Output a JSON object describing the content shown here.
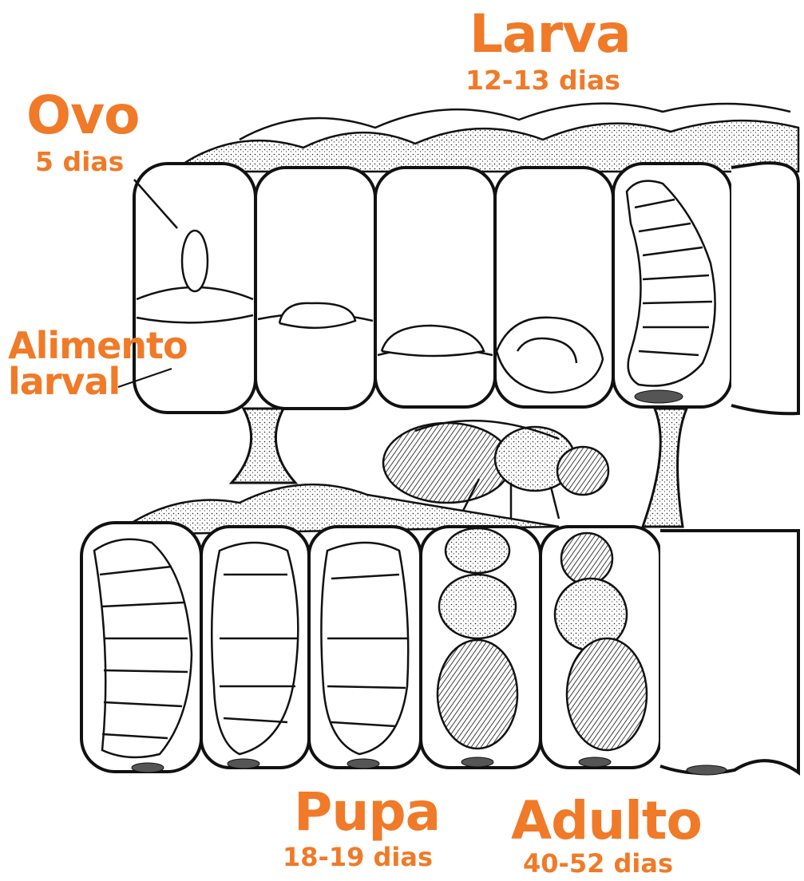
{
  "stages": {
    "egg": {
      "name": "Ovo",
      "duration": "5 dias"
    },
    "food": {
      "line1": "Alimento",
      "line2": "larval"
    },
    "larva": {
      "name": "Larva",
      "duration": "12-13 dias"
    },
    "pupa": {
      "name": "Pupa",
      "duration": "18-19 dias"
    },
    "adult": {
      "name": "Adulto",
      "duration": "40-52 dias"
    }
  },
  "colors": {
    "label": "#f07a28",
    "ink": "#111111"
  }
}
